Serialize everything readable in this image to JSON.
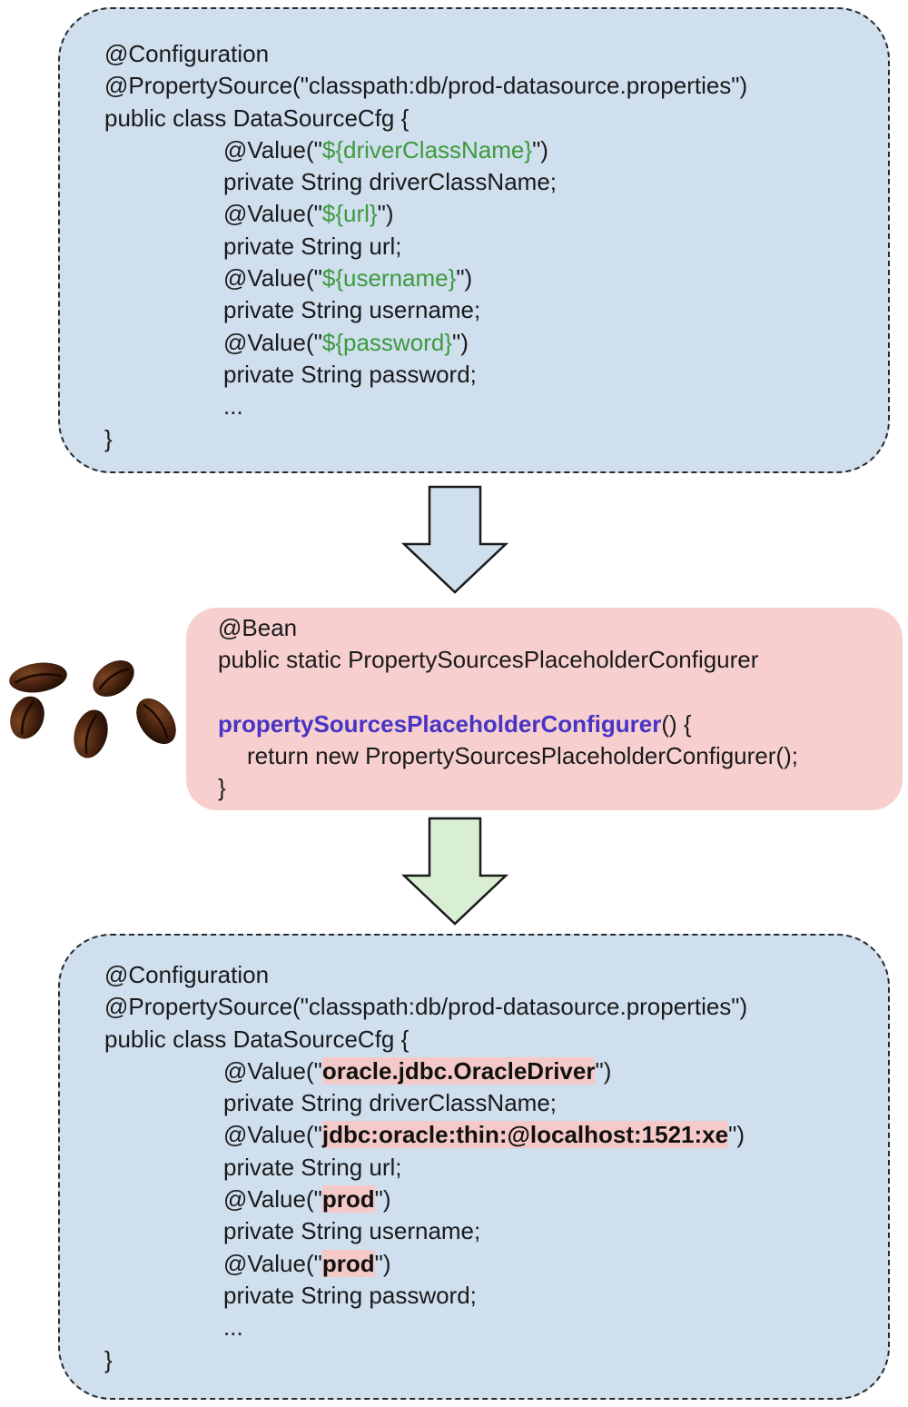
{
  "top_box": {
    "annotation_config": "@Configuration",
    "property_source": "@PropertySource(\"classpath:db/prod-datasource.properties\")",
    "class_decl": "public class DataSourceCfg {",
    "fields": [
      {
        "value_prefix": "@Value(\"",
        "value": "${driverClassName}",
        "value_suffix": "\")",
        "decl": "private String driverClassName;"
      },
      {
        "value_prefix": "@Value(\"",
        "value": "${url}",
        "value_suffix": "\")",
        "decl": "private String url;"
      },
      {
        "value_prefix": "@Value(\"",
        "value": "${username}",
        "value_suffix": "\")",
        "decl": "private String username;"
      },
      {
        "value_prefix": "@Value(\"",
        "value": "${password}",
        "value_suffix": "\")",
        "decl": "private String password;"
      }
    ],
    "ellipsis": "...",
    "closing": "}"
  },
  "bean_box": {
    "annotation": "@Bean",
    "signature": "public static PropertySourcesPlaceholderConfigurer",
    "method_name": "propertySourcesPlaceholderConfigurer",
    "method_suffix": "() {",
    "body": "return new PropertySourcesPlaceholderConfigurer();",
    "closing": "}"
  },
  "bottom_box": {
    "annotation_config": "@Configuration",
    "property_source": "@PropertySource(\"classpath:db/prod-datasource.properties\")",
    "class_decl": "public class DataSourceCfg {",
    "fields": [
      {
        "value_prefix": "@Value(\"",
        "value": "oracle.jdbc.OracleDriver",
        "value_suffix": "\")",
        "decl": "private String driverClassName;"
      },
      {
        "value_prefix": "@Value(\"",
        "value": "jdbc:oracle:thin:@localhost:1521:xe",
        "value_suffix": "\")",
        "decl": "private String url;"
      },
      {
        "value_prefix": "@Value(\"",
        "value": "prod",
        "value_suffix": "\")",
        "decl": "private String username;"
      },
      {
        "value_prefix": "@Value(\"",
        "value": "prod",
        "value_suffix": "\")",
        "decl": "private String password;"
      }
    ],
    "ellipsis": "...",
    "closing": "}"
  },
  "colors": {
    "config_box_fill": "#cfdfee",
    "bean_box_fill": "#f8cfcf",
    "placeholder_text": "#3d9a3d",
    "method_name_text": "#4634c4",
    "resolved_value_highlight": "#f6c9c9",
    "arrow_top_fill": "#cfdfee",
    "arrow_bottom_fill": "#d9efd3"
  },
  "icons": [
    "down-arrow-icon",
    "coffee-beans-icon"
  ]
}
